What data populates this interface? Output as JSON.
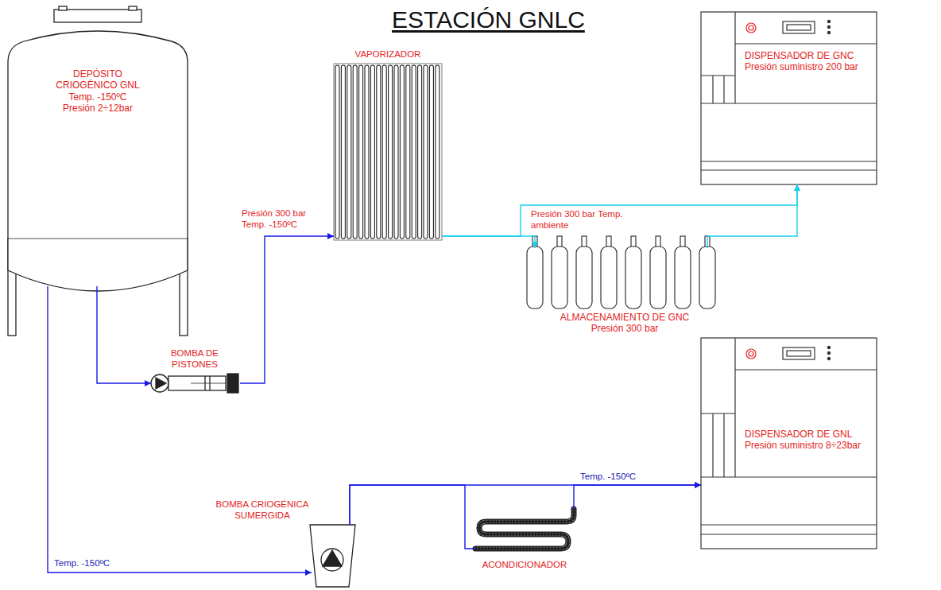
{
  "diagram": {
    "title": "ESTACIÓN GNLC",
    "nodes": [
      {
        "text": [
          "DEPÓSITO CRIOGÉNICO GNL",
          "Temp. -150ºC",
          "Presión 2÷12bar"
        ]
      },
      {
        "text": [
          "VAPORIZADOR"
        ]
      },
      {
        "text": [
          "DISPENSADOR DE GNC",
          "Presión suministro 200 bar"
        ]
      },
      {
        "text": [
          "ALMACENAMIENTO DE GNC",
          "Presión 300 bar"
        ]
      },
      {
        "text": [
          "BOMBA DE PISTONES"
        ]
      },
      {
        "text": [
          "DISPENSADOR DE GNL",
          "Presión suministro 8÷23bar"
        ]
      },
      {
        "text": [
          "BOMBA CRIOGÉNICA SUMERGIDA"
        ]
      },
      {
        "text": [
          "ACONDICIONADOR"
        ]
      }
    ],
    "edges": [
      {
        "from": 0,
        "to": 4,
        "arrow": "to"
      },
      {
        "from": 4,
        "to": 1,
        "arrow": "to",
        "label": "Presión 300 bar Temp. -150ºC"
      },
      {
        "from": 1,
        "to": 2,
        "arrow": "to",
        "label": "Presión 300 bar Temp. ambiente"
      },
      {
        "from": 1,
        "to": 3,
        "arrow": "to"
      },
      {
        "from": 3,
        "to": 2,
        "arrow": "to"
      },
      {
        "from": 0,
        "to": 6,
        "arrow": "to",
        "label": "Temp. -150ºC"
      },
      {
        "from": 6,
        "to": 5,
        "arrow": "to",
        "label": "Temp. -150ºC"
      },
      {
        "from": 6,
        "to": 7,
        "arrow": "none"
      },
      {
        "from": 7,
        "to": 5,
        "arrow": "to"
      }
    ]
  }
}
